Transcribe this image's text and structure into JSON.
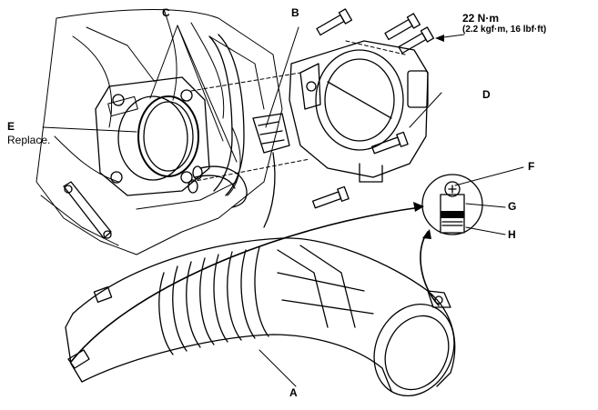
{
  "labels": {
    "a": "A",
    "b": "B",
    "c": "C",
    "d": "D",
    "e": "E",
    "e_note": "Replace.",
    "f": "F",
    "g": "G",
    "h": "H",
    "torque_main": "22 N·m",
    "torque_alt": "(2.2 kgf·m, 16 lbf·ft)"
  }
}
